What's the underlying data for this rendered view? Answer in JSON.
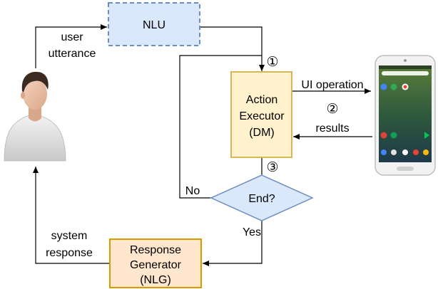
{
  "nodes": {
    "nlu": {
      "label": "NLU",
      "fill": "#dae8fc",
      "stroke": "#6c8ebf"
    },
    "action_executor": {
      "lines": [
        "Action",
        "Executor",
        "(DM)"
      ],
      "fill": "#fff2cc",
      "stroke": "#d6b656"
    },
    "end_decision": {
      "label": "End?",
      "fill": "#dae8fc",
      "stroke": "#6c8ebf"
    },
    "response_generator": {
      "lines": [
        "Response",
        "Generator",
        "(NLG)"
      ],
      "fill": "#ffe6cc",
      "stroke": "#d79b00"
    }
  },
  "edge_labels": {
    "user_utterance": [
      "user",
      "utterance"
    ],
    "system_response": [
      "system",
      "response"
    ],
    "ui_operation": "UI operation",
    "results": "results",
    "no": "No",
    "yes": "Yes"
  },
  "step_markers": [
    "①",
    "②",
    "③"
  ],
  "actors": {
    "user": "user-avatar-icon",
    "phone": "smartphone-icon"
  }
}
